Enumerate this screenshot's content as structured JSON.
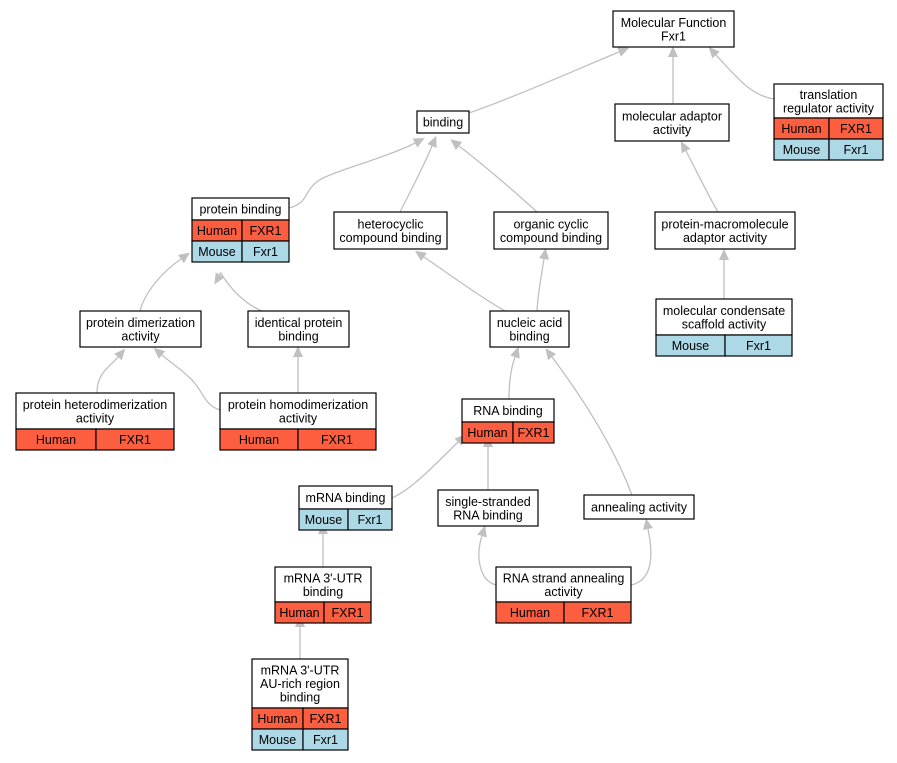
{
  "nodes": [
    {
      "id": "mf",
      "lines": [
        "Molecular Function",
        "Fxr1"
      ],
      "rows": []
    },
    {
      "id": "binding",
      "lines": [
        "binding"
      ],
      "rows": []
    },
    {
      "id": "mol_adaptor",
      "lines": [
        "molecular adaptor",
        "activity"
      ],
      "rows": []
    },
    {
      "id": "transl_reg",
      "lines": [
        "translation",
        "regulator activity"
      ],
      "rows": [
        {
          "species": "Human",
          "gene": "FXR1"
        },
        {
          "species": "Mouse",
          "gene": "Fxr1"
        }
      ]
    },
    {
      "id": "protein_binding",
      "lines": [
        "protein binding"
      ],
      "rows": [
        {
          "species": "Human",
          "gene": "FXR1"
        },
        {
          "species": "Mouse",
          "gene": "Fxr1"
        }
      ]
    },
    {
      "id": "heterocyclic",
      "lines": [
        "heterocyclic",
        "compound binding"
      ],
      "rows": []
    },
    {
      "id": "organic_cyclic",
      "lines": [
        "organic cyclic",
        "compound binding"
      ],
      "rows": []
    },
    {
      "id": "prot_macro_adaptor",
      "lines": [
        "protein-macromolecule",
        "adaptor activity"
      ],
      "rows": []
    },
    {
      "id": "prot_dimer",
      "lines": [
        "protein dimerization",
        "activity"
      ],
      "rows": []
    },
    {
      "id": "identical_prot",
      "lines": [
        "identical protein",
        "binding"
      ],
      "rows": []
    },
    {
      "id": "nucleic_acid",
      "lines": [
        "nucleic acid",
        "binding"
      ],
      "rows": []
    },
    {
      "id": "mol_condensate",
      "lines": [
        "molecular condensate",
        "scaffold activity"
      ],
      "rows": [
        {
          "species": "Mouse",
          "gene": "Fxr1"
        }
      ]
    },
    {
      "id": "prot_heterodimer",
      "lines": [
        "protein heterodimerization",
        "activity"
      ],
      "rows": [
        {
          "species": "Human",
          "gene": "FXR1"
        }
      ]
    },
    {
      "id": "prot_homodimer",
      "lines": [
        "protein homodimerization",
        "activity"
      ],
      "rows": [
        {
          "species": "Human",
          "gene": "FXR1"
        }
      ]
    },
    {
      "id": "rna_binding",
      "lines": [
        "RNA binding"
      ],
      "rows": [
        {
          "species": "Human",
          "gene": "FXR1"
        }
      ]
    },
    {
      "id": "mrna_binding",
      "lines": [
        "mRNA binding"
      ],
      "rows": [
        {
          "species": "Mouse",
          "gene": "Fxr1"
        }
      ]
    },
    {
      "id": "ss_rna",
      "lines": [
        "single-stranded",
        "RNA binding"
      ],
      "rows": []
    },
    {
      "id": "annealing",
      "lines": [
        "annealing activity"
      ],
      "rows": []
    },
    {
      "id": "mrna_3utr",
      "lines": [
        "mRNA 3'-UTR",
        "binding"
      ],
      "rows": [
        {
          "species": "Human",
          "gene": "FXR1"
        }
      ]
    },
    {
      "id": "rna_strand_annealing",
      "lines": [
        "RNA strand annealing",
        "activity"
      ],
      "rows": [
        {
          "species": "Human",
          "gene": "FXR1"
        }
      ]
    },
    {
      "id": "mrna_3utr_au",
      "lines": [
        "mRNA 3'-UTR",
        "AU-rich region",
        "binding"
      ],
      "rows": [
        {
          "species": "Human",
          "gene": "FXR1"
        },
        {
          "species": "Mouse",
          "gene": "Fxr1"
        }
      ]
    }
  ],
  "edges": [
    {
      "from": "binding",
      "to": "mf"
    },
    {
      "from": "mol_adaptor",
      "to": "mf"
    },
    {
      "from": "transl_reg",
      "to": "mf"
    },
    {
      "from": "protein_binding",
      "to": "binding"
    },
    {
      "from": "heterocyclic",
      "to": "binding"
    },
    {
      "from": "organic_cyclic",
      "to": "binding"
    },
    {
      "from": "prot_macro_adaptor",
      "to": "mol_adaptor"
    },
    {
      "from": "prot_dimer",
      "to": "protein_binding"
    },
    {
      "from": "identical_prot",
      "to": "protein_binding"
    },
    {
      "from": "nucleic_acid",
      "to": "heterocyclic"
    },
    {
      "from": "nucleic_acid",
      "to": "organic_cyclic"
    },
    {
      "from": "mol_condensate",
      "to": "prot_macro_adaptor"
    },
    {
      "from": "prot_heterodimer",
      "to": "prot_dimer"
    },
    {
      "from": "prot_homodimer",
      "to": "prot_dimer"
    },
    {
      "from": "prot_homodimer",
      "to": "identical_prot"
    },
    {
      "from": "rna_binding",
      "to": "nucleic_acid"
    },
    {
      "from": "annealing",
      "to": "nucleic_acid"
    },
    {
      "from": "mrna_binding",
      "to": "rna_binding"
    },
    {
      "from": "ss_rna",
      "to": "rna_binding"
    },
    {
      "from": "mrna_3utr",
      "to": "mrna_binding"
    },
    {
      "from": "rna_strand_annealing",
      "to": "ss_rna"
    },
    {
      "from": "rna_strand_annealing",
      "to": "annealing"
    },
    {
      "from": "mrna_3utr_au",
      "to": "mrna_3utr"
    }
  ],
  "colors": {
    "human": "#fe5e40",
    "mouse": "#add8e6",
    "edge": "#c0c0c0",
    "border": "#000000",
    "node_fill": "#ffffff"
  }
}
